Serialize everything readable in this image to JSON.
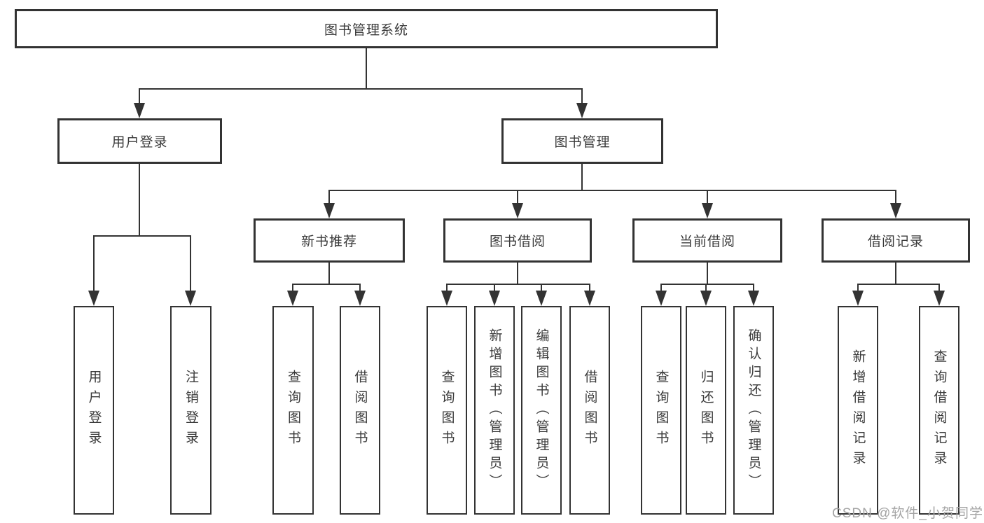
{
  "tree": {
    "root": {
      "label": "图书管理系统"
    },
    "level2": {
      "user_login": {
        "label": "用户登录"
      },
      "book_mgmt": {
        "label": "图书管理"
      }
    },
    "level3": {
      "new_book_rec": {
        "label": "新书推荐"
      },
      "book_borrow": {
        "label": "图书借阅"
      },
      "current_borrow": {
        "label": "当前借阅"
      },
      "borrow_records": {
        "label": "借阅记录"
      }
    },
    "leaves": {
      "user_login": {
        "label": "用户登录"
      },
      "logout": {
        "label": "注销登录"
      },
      "query_book_a": {
        "label": "查询图书"
      },
      "borrow_book_a": {
        "label": "借阅图书"
      },
      "query_book_b": {
        "label": "查询图书"
      },
      "add_book_admin": {
        "label": "新增图书（管理员）"
      },
      "edit_book_admin": {
        "label": "编辑图书（管理员）"
      },
      "borrow_book_b": {
        "label": "借阅图书"
      },
      "query_book_c": {
        "label": "查询图书"
      },
      "return_book": {
        "label": "归还图书"
      },
      "confirm_return_admin": {
        "label": "确认归还（管理员）"
      },
      "add_borrow_record": {
        "label": "新增借阅记录"
      },
      "query_borrow_record": {
        "label": "查询借阅记录"
      }
    }
  },
  "watermark": {
    "text": "CSDN @软件_小贺同学"
  },
  "colors": {
    "line": "#333333",
    "text": "#3a3a3a",
    "background": "#ffffff",
    "watermark": "#a4a4a4"
  }
}
